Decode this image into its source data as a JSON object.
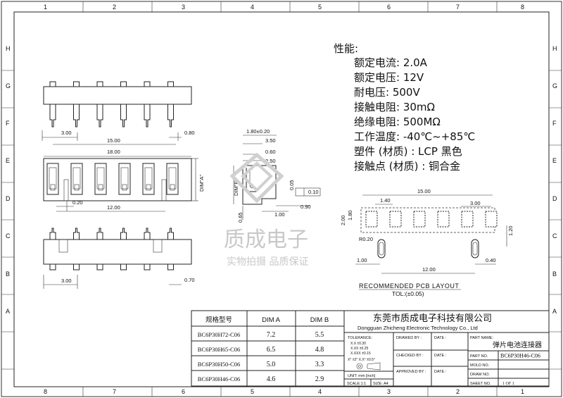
{
  "frame": {
    "top_numbers": [
      "1",
      "2",
      "3",
      "4",
      "5",
      "6",
      "7",
      "8"
    ],
    "bottom_numbers": [
      "8",
      "7",
      "6",
      "5",
      "4",
      "3",
      "2",
      "1"
    ],
    "side_letters": [
      "H",
      "G",
      "F",
      "E",
      "D",
      "C",
      "B",
      "A"
    ]
  },
  "spec": {
    "heading": "性能:",
    "lines": [
      "额定电流: 2.0A",
      "额定电压: 12V",
      "耐电压: 500V",
      "接触电阻: 30mΩ",
      "绝缘电阻: 500MΩ",
      "工作温度: -40℃~+85℃",
      "塑件 (材质) : LCP 黑色",
      "接触点 (材质) : 铜合金"
    ]
  },
  "dims": {
    "top": {
      "d1": "3.00",
      "d2": "0.80",
      "d3": "15.00"
    },
    "mid": {
      "d1": "18.00",
      "d2": "0.20",
      "d3": "12.00",
      "dima": "DIM\"A\""
    },
    "bot": {
      "d1": "3.00",
      "d2": "0.70"
    },
    "side": {
      "w1": "1.80±0.20",
      "w2": "3.50",
      "w3": "0.60",
      "w4": "2.50",
      "dimb": "DIM\"B\"",
      "v1": "0.05",
      "v2": "0.10",
      "v3": "0.65",
      "v4": "1.00",
      "v5": "0.90"
    },
    "pcb": {
      "p1": "15.00",
      "p2": "1.40",
      "p3": "3.00",
      "p4": "2.00",
      "p5": "1.80",
      "p6": "R0.20",
      "p7": "1.20",
      "p8": "1.00",
      "p9": "0.40",
      "p10": "12.00",
      "label": "RECOMMENDED PCB LAYOUT",
      "tol": "TOL:(±0.05)"
    }
  },
  "watermark": {
    "title": "质成电子",
    "sub": "实物拍摄  品质保证"
  },
  "table": {
    "headers": [
      "规格型号",
      "DIM A",
      "DIM B"
    ],
    "rows": [
      [
        "BC6P30H72-C06",
        "7.2",
        "5.5"
      ],
      [
        "BC6P30H65-C06",
        "6.5",
        "4.8"
      ],
      [
        "BC6P30H50-C06",
        "5.0",
        "3.3"
      ],
      [
        "BC6P30H46-C06",
        "4.6",
        "2.9"
      ]
    ]
  },
  "title_block": {
    "company_cn": "东莞市质成电子科技有限公司",
    "company_en": "Dongguan Zhicheng Electronic Technology Co., Ltd",
    "tolerance_label": "TOLERANCE:",
    "tol_lines": [
      "X.X    ±0.30",
      "X.XX   ±0.25",
      "X.XXX ±0.15"
    ],
    "angle": "X°  ±2°    X.X° ±0.5°",
    "unit": "UNIT:  mm  [inch]",
    "scale": "SCALE:1:1",
    "size": "SIZE: A4",
    "drawn_by": "DRAWED BY :",
    "checked_by": "CHECKED BY :",
    "approved_by": "APPROVED BY :",
    "date": "DATE :",
    "part_name_label": "PART NAME:",
    "part_name": "弹片电池连接器",
    "part_no_label": "PART NO.",
    "part_no": "BC6P30H46-C06",
    "mold_no": "MOLD NO.",
    "draw_no": "DRAW NO.",
    "sheet_no_label": "SHEET NO.",
    "sheet_no": "1 OF 1"
  }
}
